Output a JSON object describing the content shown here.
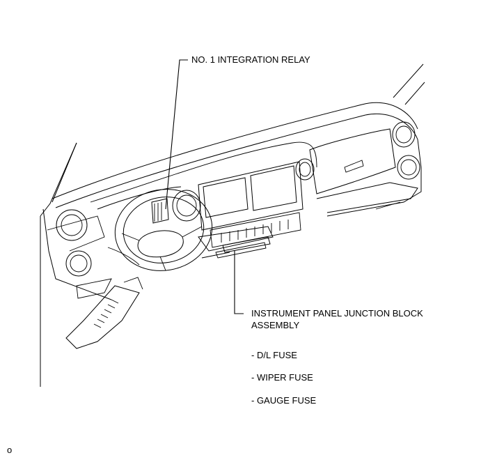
{
  "labels": {
    "relay": "NO. 1 INTEGRATION RELAY",
    "junction_line1": "INSTRUMENT PANEL JUNCTION BLOCK",
    "junction_line2": "ASSEMBLY",
    "fuses": [
      "- D/L FUSE",
      "- WIPER FUSE",
      "- GAUGE FUSE"
    ],
    "corner_mark": "o"
  }
}
